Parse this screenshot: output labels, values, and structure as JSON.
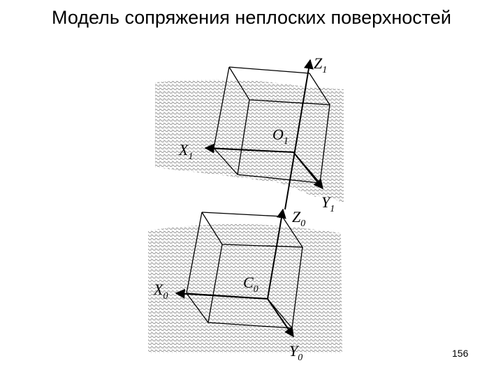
{
  "slide": {
    "title": "Модель сопряжения неплоских поверхностей",
    "page_number": "156"
  },
  "labels": {
    "z1": {
      "letter": "Z",
      "index": "1"
    },
    "x1": {
      "letter": "X",
      "index": "1"
    },
    "y1": {
      "letter": "Y",
      "index": "1"
    },
    "o1": {
      "letter": "O",
      "index": "1"
    },
    "z0": {
      "letter": "Z",
      "index": "0"
    },
    "x0": {
      "letter": "X",
      "index": "0"
    },
    "y0": {
      "letter": "Y",
      "index": "0"
    },
    "c0": {
      "letter": "C",
      "index": "0"
    }
  },
  "colors": {
    "line": "#000000",
    "surface_mesh": "#9a9a9a"
  }
}
